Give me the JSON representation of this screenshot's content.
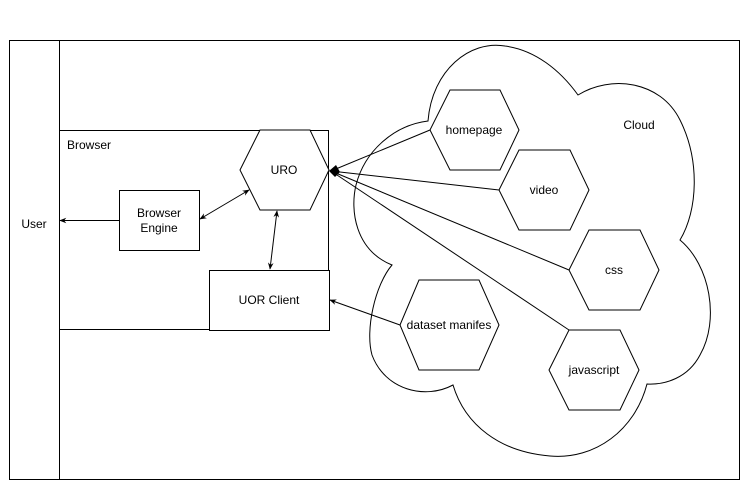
{
  "labels": {
    "user": "User",
    "browser": "Browser",
    "browser_engine_line1": "Browser",
    "browser_engine_line2": "Engine",
    "uro": "URO",
    "uor_client": "UOR Client",
    "cloud": "Cloud",
    "homepage": "homepage",
    "video": "video",
    "css": "css",
    "dataset_manifest": "dataset manifes",
    "javascript": "javascript"
  }
}
